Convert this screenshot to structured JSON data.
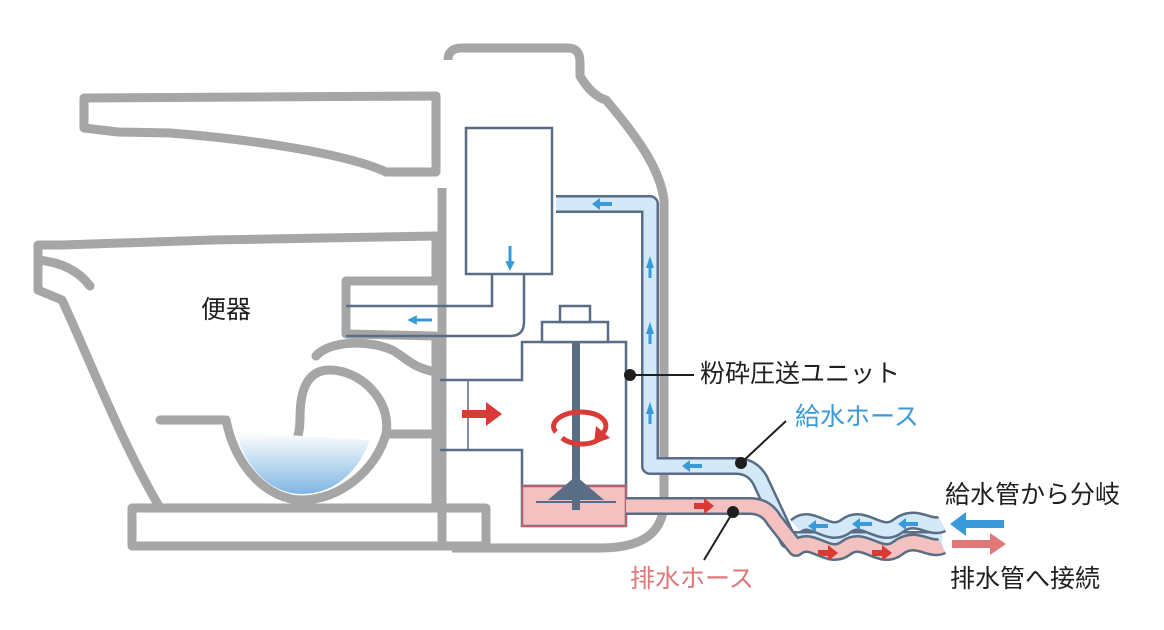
{
  "labels": {
    "toilet": "便器",
    "unit": "粉砕圧送ユニット",
    "supply_hose": "給水ホース",
    "drain_hose": "排水ホース",
    "supply_pipe": "給水管から分岐",
    "drain_pipe": "排水管へ接続"
  },
  "colors": {
    "outline": "#a6a6a6",
    "unit_line": "#5a6d86",
    "water_blue": "#3a9ad9",
    "hose_blue_fill": "#d4e9f7",
    "drain_red": "#d93a35",
    "drain_fill": "#f3c1c0",
    "label_dark": "#1f1f1f",
    "label_blue": "#3a9ad9",
    "label_red": "#e0787a"
  }
}
